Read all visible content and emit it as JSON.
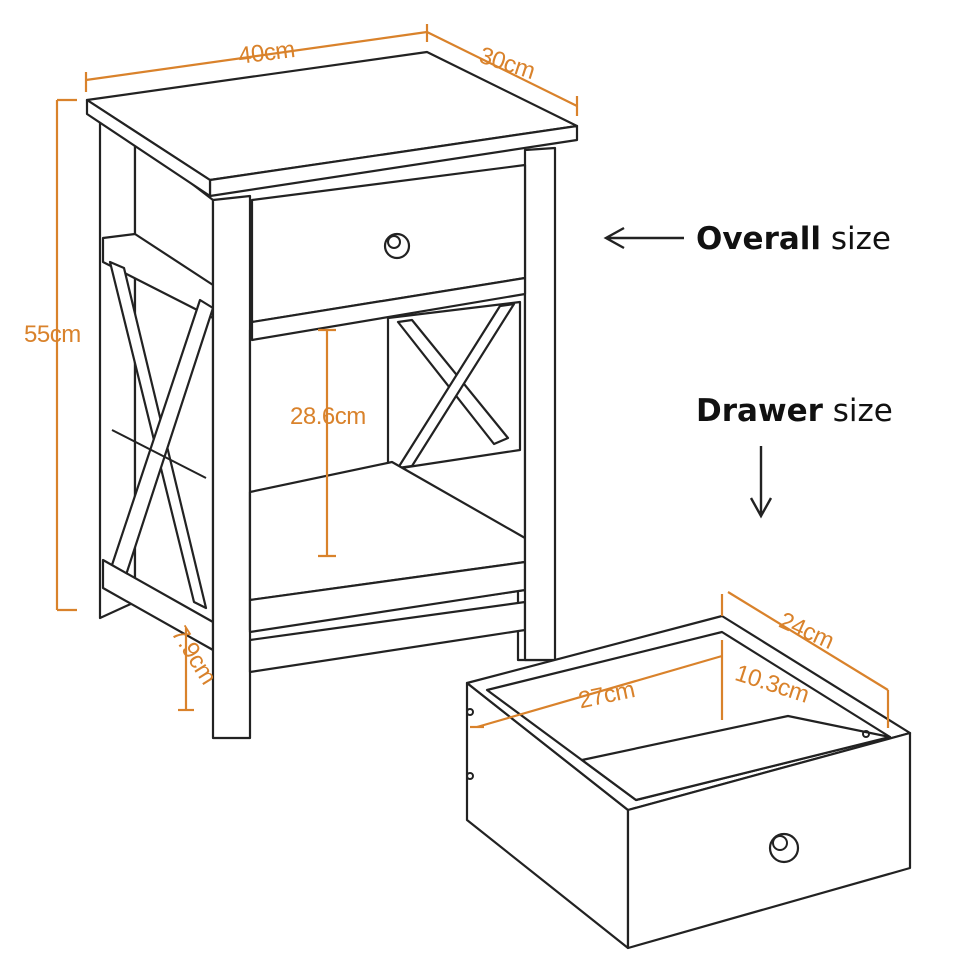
{
  "labels": {
    "overall_bold": "Overall",
    "overall_rest": " size",
    "drawer_bold": "Drawer",
    "drawer_rest": " size"
  },
  "dimensions": {
    "width": "40cm",
    "depth": "30cm",
    "height": "55cm",
    "opening_height": "28.6cm",
    "leg_height": "7.9cm",
    "drawer_width": "27cm",
    "drawer_depth": "24cm",
    "drawer_height": "10.3cm"
  },
  "colors": {
    "dimension": "#d9822b",
    "outline": "#222222",
    "background": "#ffffff"
  }
}
